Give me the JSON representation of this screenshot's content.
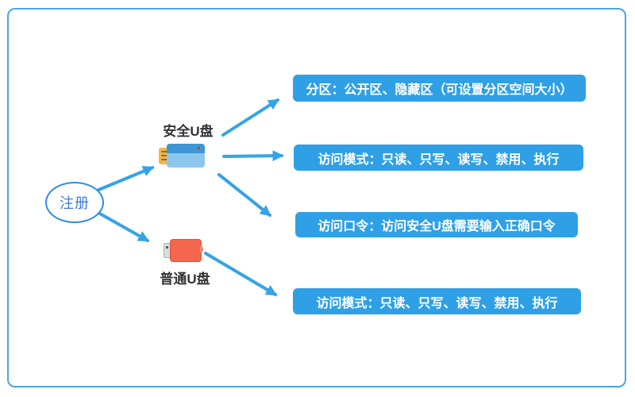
{
  "canvas": {
    "border_color": "#4AA5E4",
    "background_color": "#FFFFFF"
  },
  "root_node": {
    "label": "注册",
    "text_color": "#3B7BD8",
    "stroke_color": "#2F8CE2"
  },
  "devices": [
    {
      "id": "secure-usb",
      "label": "安全U盘",
      "icon": "usb-drive-blue-icon",
      "body_color_top": "#3E96D4",
      "body_color_bottom": "#8BC7EC",
      "connector_color": "#F3B64A",
      "led_color": "#C0392B"
    },
    {
      "id": "normal-usb",
      "label": "普通U盘",
      "icon": "usb-drive-red-icon",
      "body_color": "#F4664D",
      "connector_color": "#DCDCDC"
    }
  ],
  "feature_boxes": [
    {
      "text": "分区：公开区、隐藏区（可设置分区空间大小）",
      "linked_to": "secure-usb"
    },
    {
      "text": "访问模式：只读、只写、读写、禁用、执行",
      "linked_to": "secure-usb"
    },
    {
      "text": "访问口令：访问安全U盘需要输入正确口令",
      "linked_to": "secure-usb"
    },
    {
      "text": "访问模式：只读、只写、读写、禁用、执行",
      "linked_to": "normal-usb"
    }
  ],
  "colors": {
    "accent_blue": "#2FA0E6",
    "arrow_blue": "#36A3E6",
    "box_text": "#FFFFFF",
    "label_text": "#333333"
  }
}
